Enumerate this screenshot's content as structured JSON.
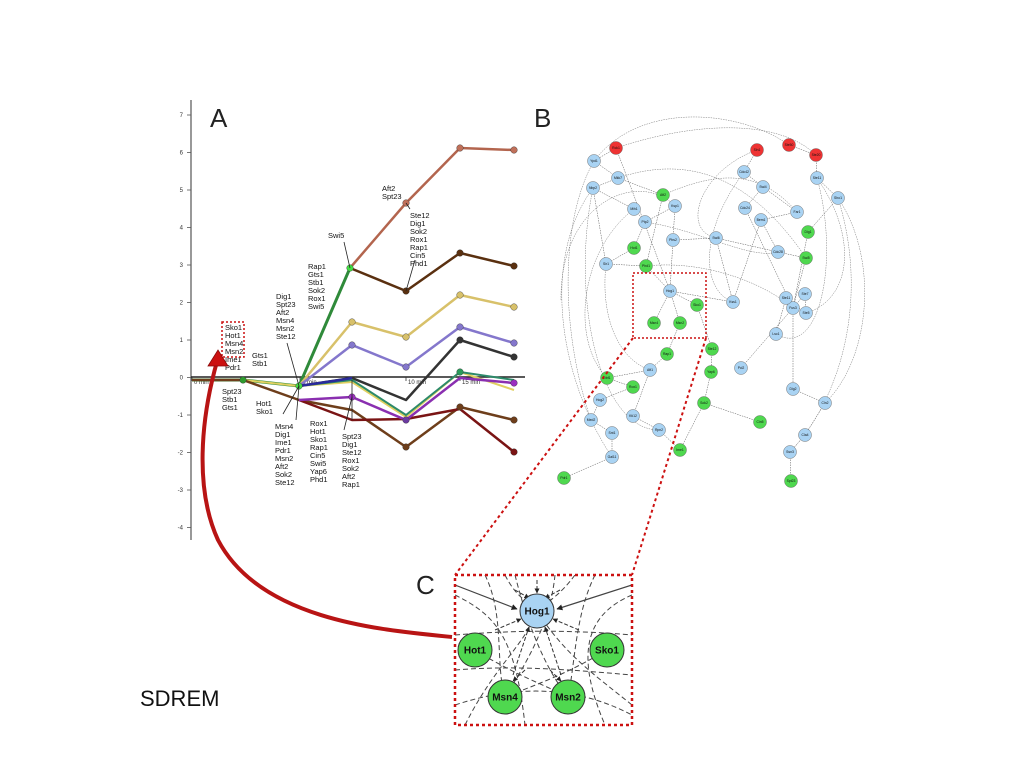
{
  "slide": {
    "caption": "SDREM"
  },
  "panels": {
    "a": "A",
    "b": "B",
    "c": "C"
  },
  "panel_a": {
    "y_ticks": [
      "7",
      "6",
      "5",
      "4",
      "3",
      "2",
      "1",
      "0",
      "-1",
      "-2",
      "-3",
      "-4"
    ],
    "x_ticks": [
      "0 min",
      "5 min",
      "10 min",
      "15 min"
    ],
    "highlight_box": [
      "Sko1",
      "Hot1",
      "Msn4",
      "Msn2"
    ],
    "annotations": [
      {
        "key": "start_upper",
        "lines": [
          "Ime1",
          "Pdr1"
        ]
      },
      {
        "key": "start_lower",
        "lines": [
          "Spt23",
          "Stb1",
          "Gts1"
        ]
      },
      {
        "key": "node1_upper",
        "lines": [
          "Gts1",
          "Stb1"
        ]
      },
      {
        "key": "node1_top",
        "lines": [
          "Dig1",
          "Spt23",
          "Aft2",
          "Msn4",
          "Msn2",
          "Ste12"
        ]
      },
      {
        "key": "node1_mid",
        "lines": [
          "Hot1",
          "Sko1"
        ]
      },
      {
        "key": "node1_low",
        "lines": [
          "Msn4",
          "Dig1",
          "Ime1",
          "Pdr1",
          "Msn2",
          "Aft2",
          "Sok2",
          "Ste12"
        ]
      },
      {
        "key": "node2_swi5",
        "lines": [
          "Swi5"
        ]
      },
      {
        "key": "node2_mid",
        "lines": [
          "Rap1",
          "Gts1",
          "Stb1",
          "Sok2",
          "Rox1",
          "Swi5"
        ]
      },
      {
        "key": "node2_low",
        "lines": [
          "Rox1",
          "Hot1",
          "Sko1",
          "Rap1",
          "Cin5",
          "Swi5",
          "Yap6",
          "Phd1"
        ]
      },
      {
        "key": "node2_low2",
        "lines": [
          "Spt23",
          "Dig1",
          "Ste12",
          "Rox1",
          "Sok2",
          "Aft2",
          "Rap1"
        ]
      },
      {
        "key": "node3_top",
        "lines": [
          "Aft2",
          "Spt23"
        ]
      },
      {
        "key": "node3_mid",
        "lines": [
          "Ste12",
          "Dig1",
          "Sok2",
          "Rox1",
          "Rap1",
          "Cin5",
          "Phd1"
        ]
      }
    ]
  },
  "panel_b": {
    "nodes": [
      {
        "label": "Rck1",
        "color": "red"
      },
      {
        "label": "Ypd1",
        "color": "blue"
      },
      {
        "label": "Mkk7",
        "color": "blue"
      },
      {
        "label": "Nbp2",
        "color": "blue"
      },
      {
        "label": "Aft2",
        "color": "green"
      },
      {
        "label": "Mih1",
        "color": "blue"
      },
      {
        "label": "Ptp2",
        "color": "blue"
      },
      {
        "label": "Ksp1",
        "color": "blue"
      },
      {
        "label": "Hot1",
        "color": "green"
      },
      {
        "label": "Sir1",
        "color": "blue"
      },
      {
        "label": "Phd1",
        "color": "green"
      },
      {
        "label": "Pbs2",
        "color": "blue"
      },
      {
        "label": "Sln1",
        "color": "red"
      },
      {
        "label": "Ste50",
        "color": "red"
      },
      {
        "label": "Ste20",
        "color": "red"
      },
      {
        "label": "Cdc42",
        "color": "blue"
      },
      {
        "label": "Ste11",
        "color": "blue"
      },
      {
        "label": "Swi4",
        "color": "blue"
      },
      {
        "label": "Sho1",
        "color": "blue"
      },
      {
        "label": "Cdc24",
        "color": "blue"
      },
      {
        "label": "Far1",
        "color": "blue"
      },
      {
        "label": "Bem1",
        "color": "blue"
      },
      {
        "label": "Dig1",
        "color": "green"
      },
      {
        "label": "Cdc28",
        "color": "blue"
      },
      {
        "label": "Swi5",
        "color": "green"
      },
      {
        "label": "Swi6",
        "color": "blue"
      },
      {
        "label": "Fus3",
        "color": "blue"
      },
      {
        "label": "Ste7",
        "color": "blue"
      },
      {
        "label": "Ste5",
        "color": "blue"
      },
      {
        "label": "Pcl2",
        "color": "blue"
      },
      {
        "label": "Dig2",
        "color": "blue"
      },
      {
        "label": "Kss1",
        "color": "blue"
      },
      {
        "label": "Hog1",
        "color": "blue"
      },
      {
        "label": "Sko1",
        "color": "green"
      },
      {
        "label": "Msn4",
        "color": "green"
      },
      {
        "label": "Msn2",
        "color": "green"
      },
      {
        "label": "Rap1",
        "color": "green"
      },
      {
        "label": "Ste12",
        "color": "green"
      },
      {
        "label": "Yap6",
        "color": "green"
      },
      {
        "label": "Sok2",
        "color": "green"
      },
      {
        "label": "Cin5",
        "color": "green"
      },
      {
        "label": "Ime1",
        "color": "green"
      },
      {
        "label": "Rpn2",
        "color": "blue"
      },
      {
        "label": "Kti12",
        "color": "blue"
      },
      {
        "label": "Aft1",
        "color": "blue"
      },
      {
        "label": "Dbf1",
        "color": "green"
      },
      {
        "label": "Rox1",
        "color": "green"
      },
      {
        "label": "Hog2",
        "color": "blue"
      },
      {
        "label": "Med2",
        "color": "blue"
      },
      {
        "label": "Snt1",
        "color": "blue"
      },
      {
        "label": "Gal11",
        "color": "blue"
      },
      {
        "label": "Pdr1",
        "color": "green"
      },
      {
        "label": "Cln2",
        "color": "blue"
      },
      {
        "label": "Cla4",
        "color": "blue"
      },
      {
        "label": "Ssn3",
        "color": "blue"
      },
      {
        "label": "Spt23",
        "color": "green"
      },
      {
        "label": "Ste11",
        "color": "blue"
      },
      {
        "label": "Lsc1",
        "color": "blue"
      }
    ]
  },
  "panel_c": {
    "nodes": [
      {
        "label": "Hog1",
        "color": "blue"
      },
      {
        "label": "Hot1",
        "color": "green"
      },
      {
        "label": "Sko1",
        "color": "green"
      },
      {
        "label": "Msn4",
        "color": "green"
      },
      {
        "label": "Msn2",
        "color": "green"
      }
    ]
  },
  "colors": {
    "node_blue": "#a9d3f3",
    "node_green": "#4fd84f",
    "node_red": "#ee3333",
    "highlight": "#cc1111",
    "line_brown": "#b3654e",
    "line_darkbrown": "#5a3010",
    "line_tan": "#d8c16a",
    "line_purple": "#8477cc",
    "line_black": "#333333",
    "line_green": "#2f8a3a"
  }
}
